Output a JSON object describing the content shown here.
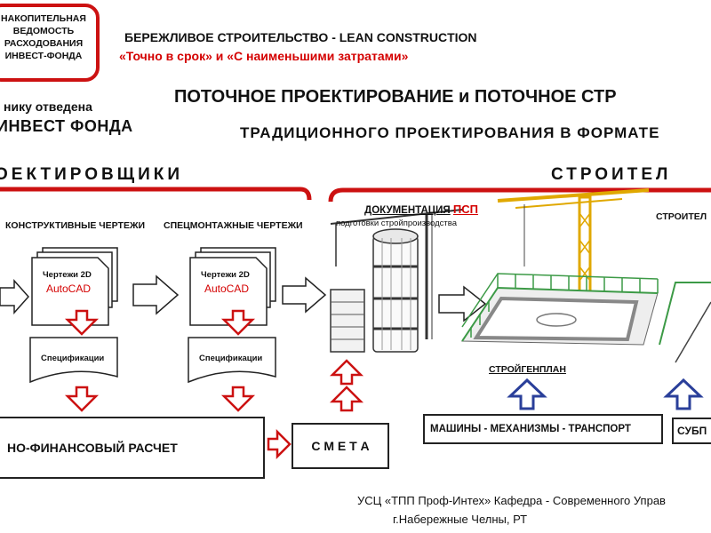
{
  "logo": {
    "lines": [
      "НАКОПИТЕЛЬНАЯ",
      "ВЕДОМОСТЬ",
      "РАСХОДОВАНИЯ",
      "ИНВЕСТ-ФОНДА"
    ]
  },
  "header": {
    "line1": "БЕРЕЖЛИВОЕ СТРОИТЕЛЬСТВО - LEAN CONSTRUCTION",
    "line2": "«Точно в срок»  и  «С наименьшими затратами»"
  },
  "left_note": {
    "line1": "нику отведена",
    "line2": "ИНВЕСТ ФОНДА"
  },
  "title": {
    "line1": "ПОТОЧНОЕ ПРОЕКТИРОВАНИЕ и ПОТОЧНОЕ СТР",
    "line2": "ТРАДИЦИОННОГО  ПРОЕКТИРОВАНИЯ  В  ФОРМАТЕ"
  },
  "sections": {
    "designers": "ОЕКТИРОВЩИКИ",
    "builders": "СТРОИТЕЛ"
  },
  "flow": {
    "col1_label": "КОНСТРУКТИВНЫЕ ЧЕРТЕЖИ",
    "col2_label": "СПЕЦМОНТАЖНЫЕ ЧЕРТЕЖИ",
    "drawings_label": "Чертежи 2D",
    "autocad_label": "AutoCAD",
    "specs_label": "Спецификации",
    "docs_label": "ДОКУМЕНТАЦИЯ",
    "psp_label": "ПСП",
    "docs_sub": "подготовки стройпроизводства",
    "builder_right_label": "СТРОИТЕЛ",
    "site_plan_label": "СТРОЙГЕНПЛАН"
  },
  "boxes": {
    "finance": "НО-ФИНАНСОВЫЙ РАСЧЕТ",
    "smeta": "С М Е Т А",
    "machines": "МАШИНЫ  -  МЕХАНИЗМЫ - ТРАНСПОРТ",
    "subcontract": "СУБП"
  },
  "footer": {
    "line1": "УСЦ  «ТПП Проф-Интех»  Кафедра - Современного Управ",
    "line2": "г.Набережные Челны, РТ"
  },
  "colors": {
    "accent_red": "#d40000",
    "arrow_blue": "#2a3f9a",
    "frame_red": "#cc1111",
    "fence_green": "#3c9a46",
    "crane_yellow": "#e0a800"
  }
}
